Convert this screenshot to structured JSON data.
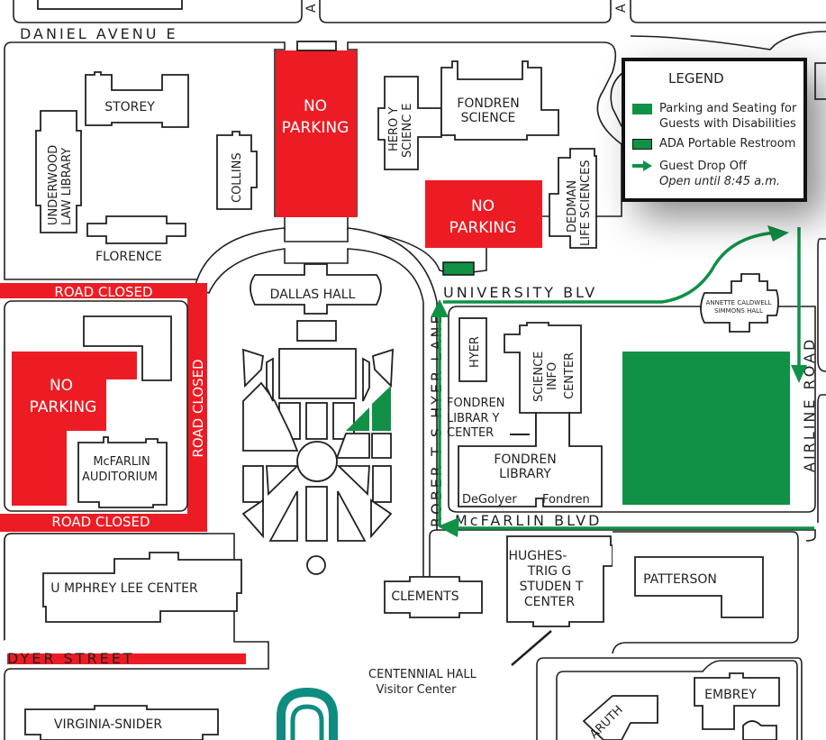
{
  "map": {
    "roads": {
      "daniel": "DANIEL AVENU   E",
      "university": "UNIVERSITY BLV",
      "mcfarlin": "McFARLIN BLVD",
      "robert_hyer": "ROBER T S HYER LANE",
      "airline": "AIRLINE ROAD",
      "dyer": "DYER STREET",
      "road_closed_top": "ROAD CLOSED",
      "road_closed_side": "ROAD CLOSED",
      "road_closed_bottom": "ROAD CLOSED"
    },
    "zones": {
      "no_parking_1": [
        "NO",
        "PARKING"
      ],
      "no_parking_2": [
        "NO",
        "PARKING"
      ],
      "no_parking_3": [
        "NO",
        "PARKING"
      ]
    },
    "buildings": {
      "storey": "STOREY",
      "underwood": [
        "UNDERWOOD",
        "LAW LIBRARY"
      ],
      "collins": "COLLINS",
      "florence": "FLORENCE",
      "heroy": [
        "HERO Y",
        "SCIENC E"
      ],
      "fondren_science": [
        "FONDREN",
        "SCIENCE"
      ],
      "dedman": [
        "DEDMAN",
        "LIFE SCIENCES"
      ],
      "dallas_hall": "DALLAS HALL",
      "mcfarlin_aud": [
        "McFARLIN",
        "AUDITORIUM"
      ],
      "hyer": "HYER",
      "science_info": [
        "SCIENCE",
        "INFO",
        "CENTER"
      ],
      "fondren_lib_center": [
        "FONDREN",
        "LIBRAR   Y",
        "CENTER"
      ],
      "fondren_library": [
        "FONDREN",
        "LIBRARY"
      ],
      "degolyer": "DeGolyer",
      "fondren": "Fondren",
      "annette": [
        "ANNETTE CALDWELL",
        "SIMMONS HALL"
      ],
      "umphrey": "U MPHREY LEE CENTER",
      "clements": "CLEMENTS",
      "hughes_trigg": [
        "HUGHES-",
        "TRIG  G",
        "STUDEN   T",
        "CENTER"
      ],
      "patterson": "PATTERSON",
      "centennial": [
        "CENTENNIAL HALL",
        "Visitor Center"
      ],
      "virginia_snider": "VIRGINIA-SNIDER",
      "embrey": "EMBREY",
      "caruth": "ARUTH"
    }
  },
  "legend": {
    "title": "LEGEND",
    "items": [
      {
        "label": "Parking and Seating for Guests with Disabilities",
        "line1": "Parking and Seating for",
        "line2": "Guests with Disabilities",
        "color": "#109146"
      },
      {
        "label": "ADA Portable Restroom",
        "color": "#109146"
      },
      {
        "label": "Guest Drop Off",
        "note": "Open until 8:45 a.m.",
        "color": "#109146"
      }
    ]
  },
  "colors": {
    "no_parking": "#ed1c24",
    "accessible": "#109146",
    "logo": "#0f8c80"
  }
}
